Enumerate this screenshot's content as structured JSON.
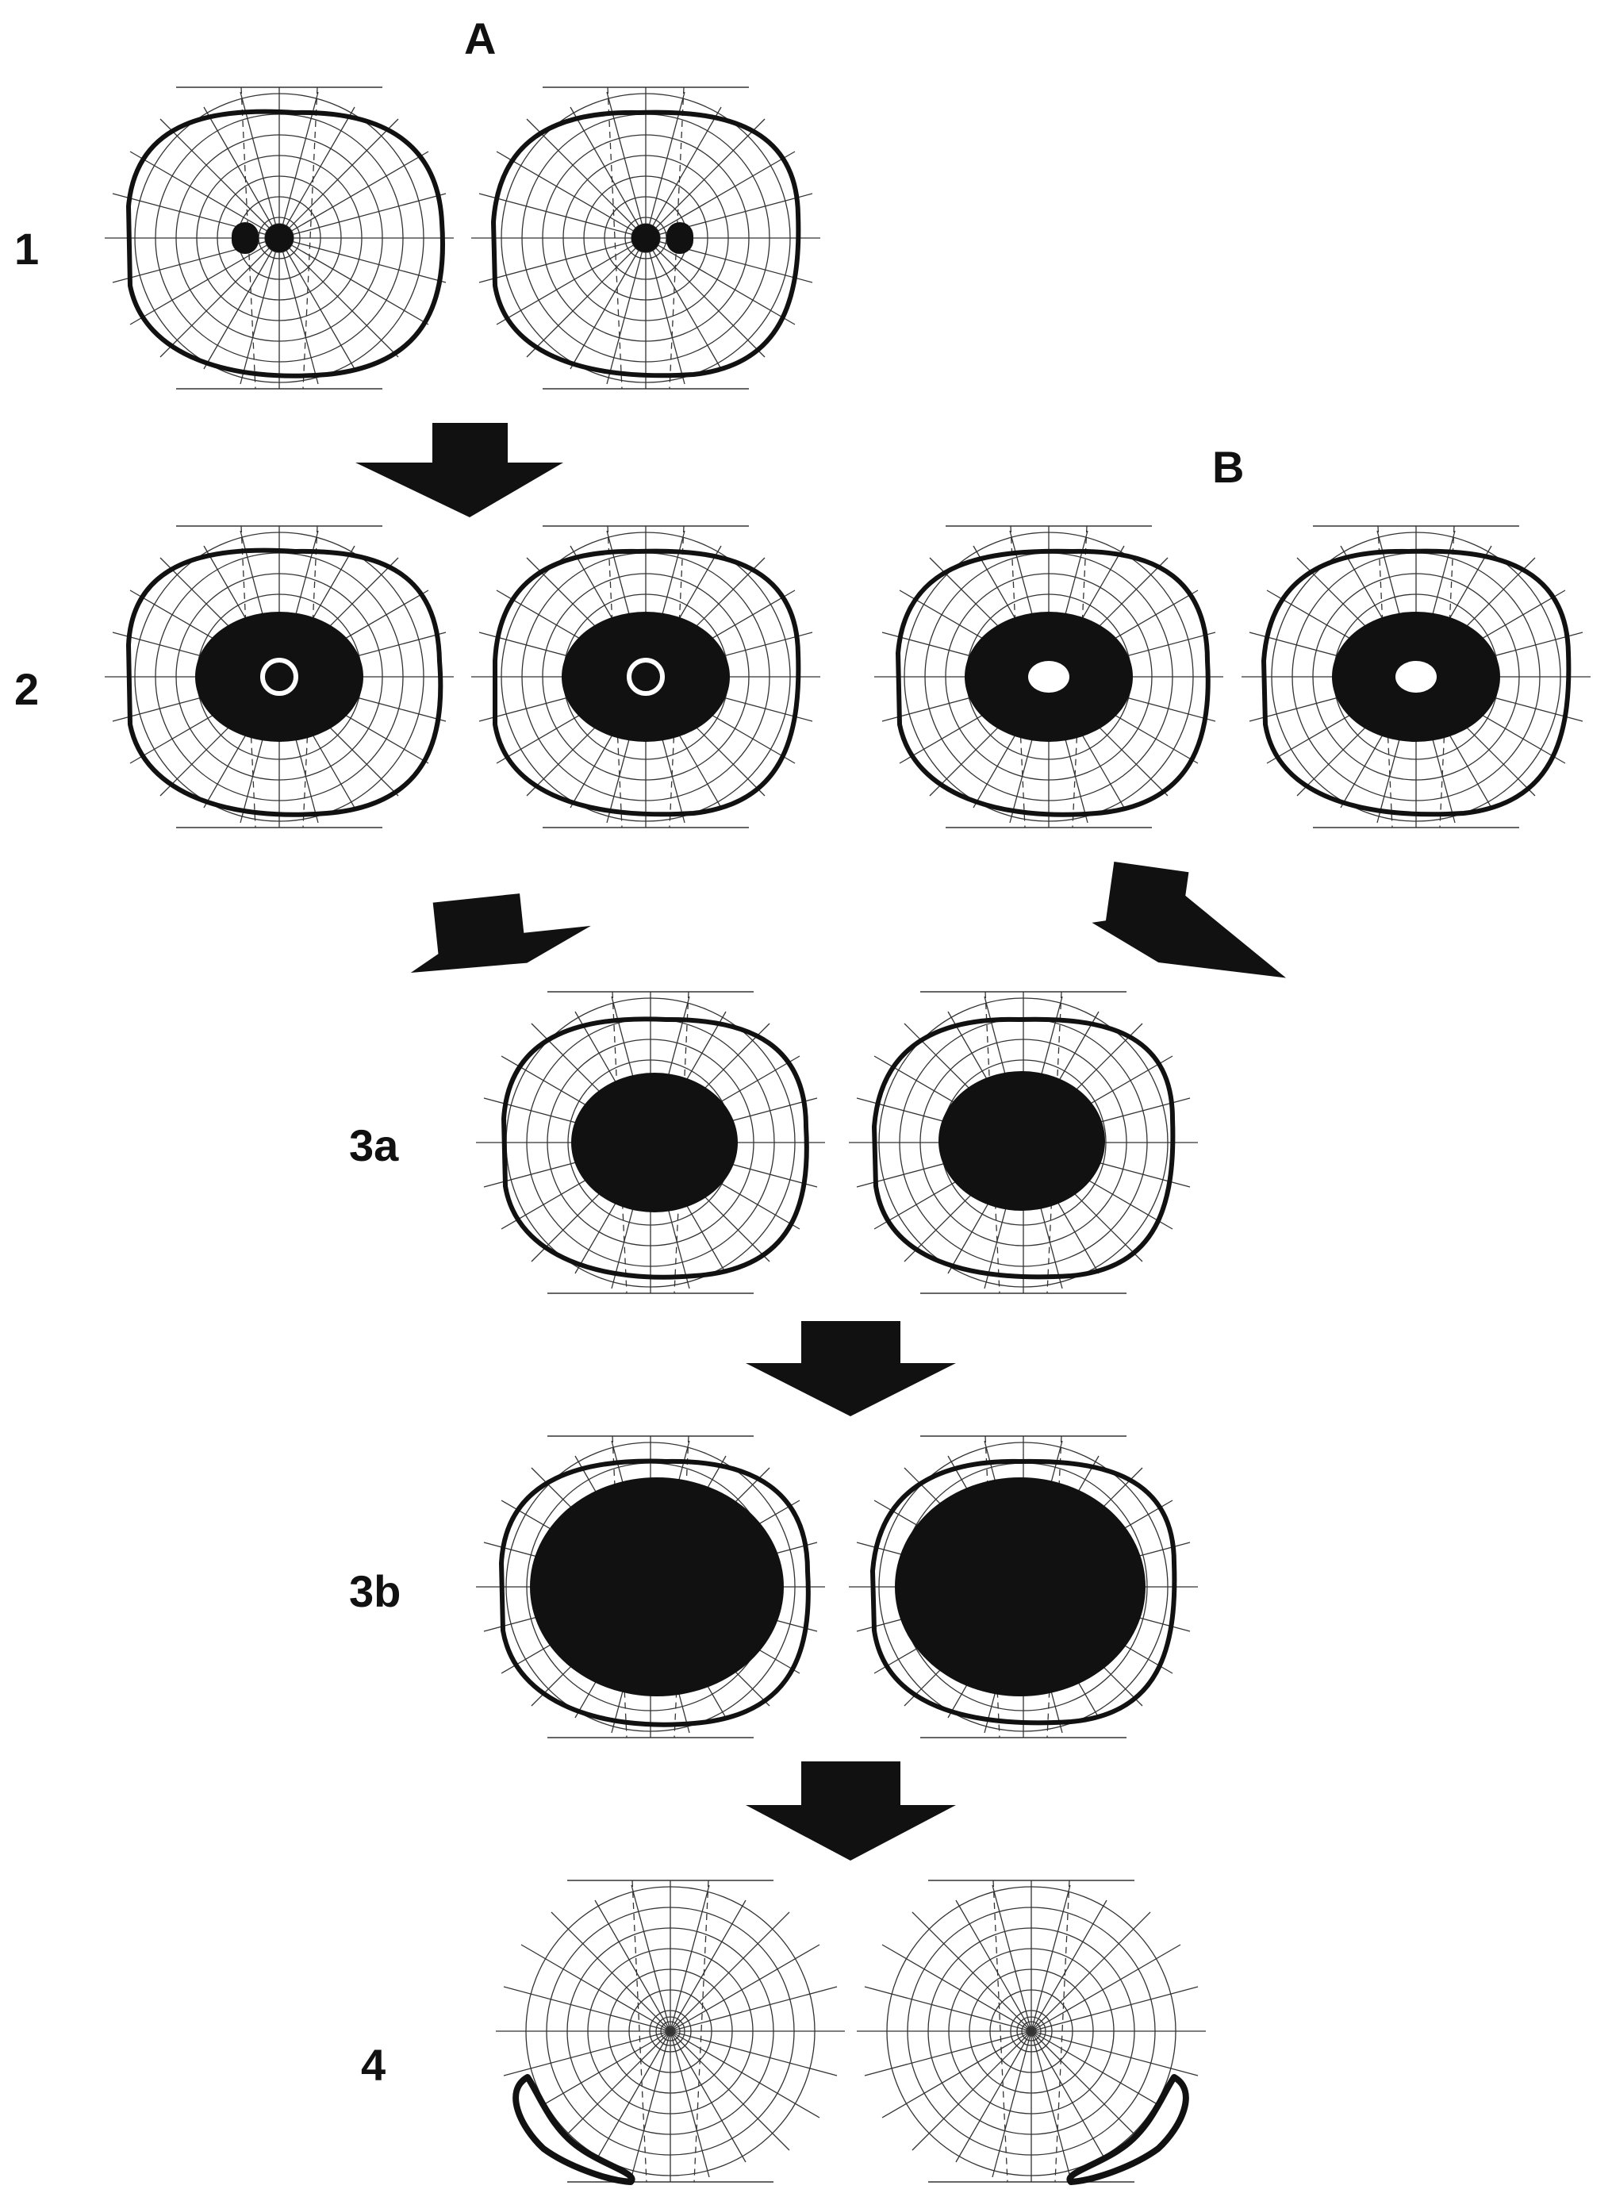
{
  "labels": {
    "col_a": "A",
    "col_b": "B",
    "row_1": "1",
    "row_2": "2",
    "row_3a": "3a",
    "row_3b": "3b",
    "row_4": "4"
  },
  "stages": [
    {
      "id": "1",
      "branch": "A",
      "defect": "blind-spots",
      "pair_count": 1
    },
    {
      "id": "2-A",
      "branch": "A",
      "defect": "ring-scotoma-with-ring-spared",
      "pair_count": 1
    },
    {
      "id": "2-B",
      "branch": "B",
      "defect": "central-scotoma-with-island",
      "pair_count": 1
    },
    {
      "id": "3a",
      "branch": "A+B",
      "defect": "central-scotoma",
      "pair_count": 1
    },
    {
      "id": "3b",
      "branch": "A+B",
      "defect": "large-central-scotoma",
      "pair_count": 1
    },
    {
      "id": "4",
      "branch": "A+B",
      "defect": "temporal-crescent-remnant",
      "pair_count": 1
    }
  ],
  "colors": {
    "ink": "#111111",
    "grid": "#333333",
    "paper": "#ffffff"
  }
}
